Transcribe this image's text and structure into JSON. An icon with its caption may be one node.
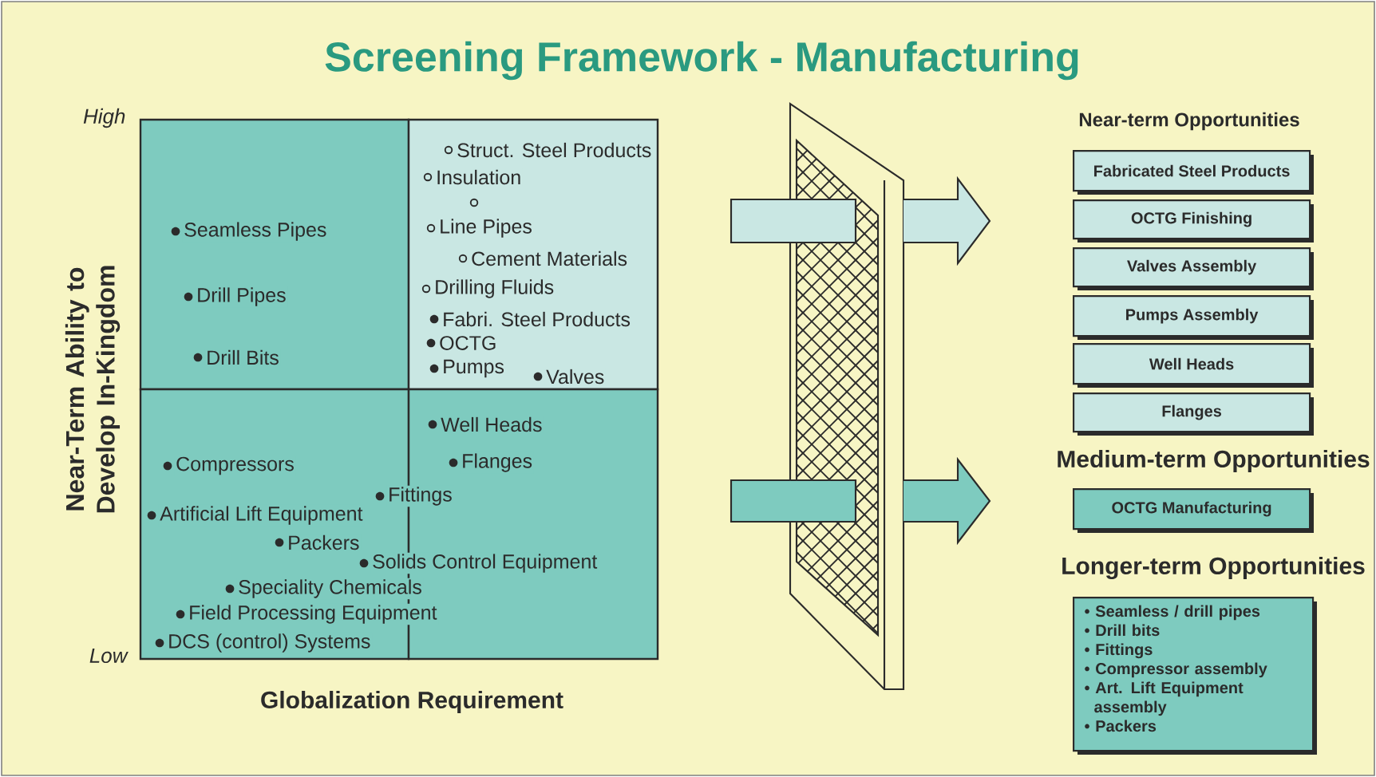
{
  "diagram": {
    "title": "Screening Framework - Manufacturing",
    "nodes": [
      {
        "text": [
          "Fabricated Steel Products"
        ]
      },
      {
        "text": [
          "OCTG Finishing"
        ]
      },
      {
        "text": [
          "Valves Assembly"
        ]
      },
      {
        "text": [
          "Pumps Assembly"
        ]
      },
      {
        "text": [
          "Well Heads"
        ]
      },
      {
        "text": [
          "Flanges"
        ]
      },
      {
        "text": [
          "OCTG Manufacturing"
        ]
      },
      {
        "text": [
          "• Seamless / drill pipes",
          "• Drill bits",
          "• Fittings",
          "• Compressor assembly",
          "• Art. Lift Equipment assembly",
          "• Packers"
        ]
      }
    ],
    "labels": [
      "High",
      "Struct. Steel Products",
      "Insulation",
      "Line Pipes",
      "Seamless Pipes",
      "Cement Materials",
      "Drilling Fluids",
      "Drill Pipes",
      "Fabri. Steel Products",
      "OCTG",
      "Drill Bits",
      "Pumps",
      "Valves",
      "Near-Term Ability to Develop In-Kingdom",
      "Well Heads",
      "Compressors",
      "Flanges",
      "Fittings",
      "Artificial Lift Equipment",
      "Packers",
      "Solids Control Equipment",
      "Speciality Chemicals",
      "Field Processing Equipment",
      "DCS (control) Systems",
      "Low",
      "Globalization Requirement",
      "Near-term Opportunities",
      "Medium-term Opportunities",
      "Longer-term Opportunities"
    ]
  }
}
